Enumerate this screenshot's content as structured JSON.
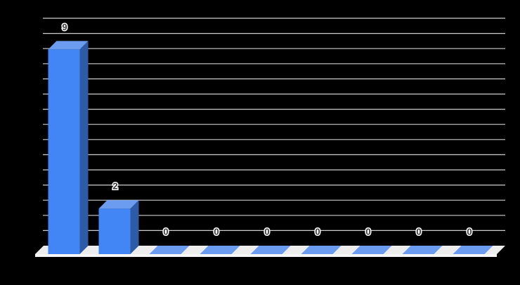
{
  "chart_data": {
    "type": "bar",
    "variant": "3d-column",
    "title": "",
    "xlabel": "",
    "ylabel": "",
    "categories": [
      "",
      "",
      "",
      "",
      "",
      "",
      "",
      "",
      ""
    ],
    "values": [
      9,
      2,
      0,
      0,
      0,
      0,
      0,
      0,
      0
    ],
    "value_labels": [
      "9",
      "2",
      "0",
      "0",
      "0",
      "0",
      "0",
      "0",
      "0"
    ],
    "ylim": [
      0,
      10
    ],
    "gridline_count": 15,
    "grid": true,
    "legend": "none",
    "background": "#000000",
    "colors": {
      "bar_front": "#4285f4",
      "bar_top": "#6c9cef",
      "bar_side": "#2d5ba7",
      "floor_top": "#ededed",
      "floor_front": "#f7f7f7",
      "gridline": "#cccccc",
      "label_text": "#3c3c3c",
      "label_halo": "#ffffff"
    }
  }
}
